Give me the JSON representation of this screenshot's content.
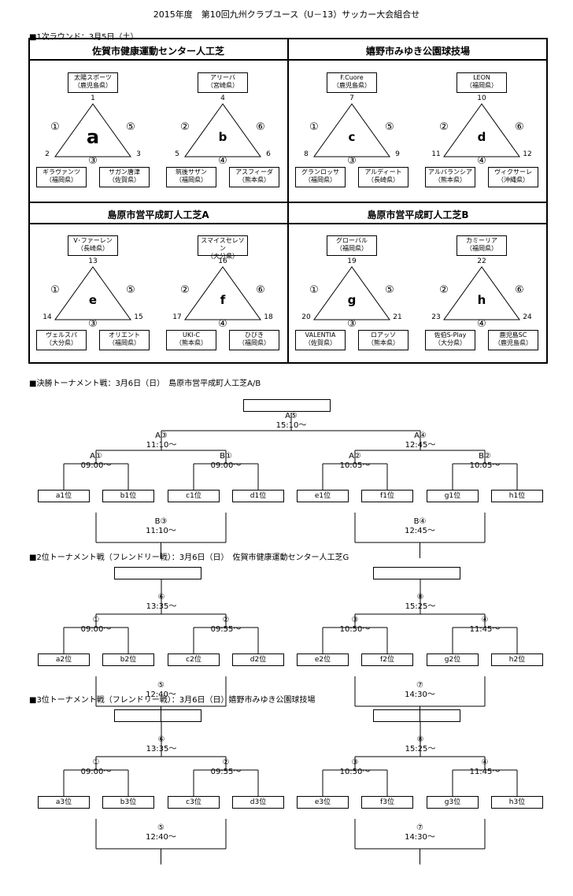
{
  "title": "2015年度　第10回九州クラブユース（U－13）サッカー大会組合せ",
  "round1": {
    "heading": "■1次ラウンド：3月5日（土）",
    "venues": [
      "佐賀市健康運動センター人工芝",
      "嬉野市みゆき公園球技場",
      "島原市営平成町人工芝A",
      "島原市営平成町人工芝B"
    ],
    "groups": [
      {
        "letter": "a",
        "top": {
          "n": "1",
          "t": "太陽スポーツ",
          "p": "（鹿児島県）"
        },
        "left": {
          "n": "2",
          "t": "ギラヴァンツ",
          "p": "（福岡県）"
        },
        "right": {
          "n": "3",
          "t": "サガン唐津",
          "p": "（佐賀県）"
        },
        "l": "①",
        "r": "⑤",
        "b": "③"
      },
      {
        "letter": "b",
        "top": {
          "n": "4",
          "t": "アリーバ",
          "p": "（宮崎県）"
        },
        "left": {
          "n": "5",
          "t": "筑後サザン",
          "p": "（福岡県）"
        },
        "right": {
          "n": "6",
          "t": "アスフィーダ",
          "p": "（熊本県）"
        },
        "l": "②",
        "r": "⑥",
        "b": "④"
      },
      {
        "letter": "c",
        "top": {
          "n": "7",
          "t": "F.Cuore",
          "p": "（鹿児島県）"
        },
        "left": {
          "n": "8",
          "t": "グランロッサ",
          "p": "（福岡県）"
        },
        "right": {
          "n": "9",
          "t": "アルディート",
          "p": "（長崎県）"
        },
        "l": "①",
        "r": "⑤",
        "b": "③"
      },
      {
        "letter": "d",
        "top": {
          "n": "10",
          "t": "LEON",
          "p": "（福岡県）"
        },
        "left": {
          "n": "11",
          "t": "アルバランシア",
          "p": "（熊本県）"
        },
        "right": {
          "n": "12",
          "t": "ヴィクサーレ",
          "p": "（沖縄県）"
        },
        "l": "②",
        "r": "⑥",
        "b": "④"
      },
      {
        "letter": "e",
        "top": {
          "n": "13",
          "t": "V･ファーレン",
          "p": "（長崎県）"
        },
        "left": {
          "n": "14",
          "t": "ヴェルスパ",
          "p": "（大分県）"
        },
        "right": {
          "n": "15",
          "t": "オリエント",
          "p": "（福岡県）"
        },
        "l": "①",
        "r": "⑤",
        "b": "③"
      },
      {
        "letter": "f",
        "top": {
          "n": "16",
          "t": "スマイスセレソン",
          "p": "（大分県）"
        },
        "left": {
          "n": "17",
          "t": "UKI-C",
          "p": "（熊本県）"
        },
        "right": {
          "n": "18",
          "t": "ひびき",
          "p": "（福岡県）"
        },
        "l": "②",
        "r": "⑥",
        "b": "④"
      },
      {
        "letter": "g",
        "top": {
          "n": "19",
          "t": "グローバル",
          "p": "（福岡県）"
        },
        "left": {
          "n": "20",
          "t": "VALENTIA",
          "p": "（佐賀県）"
        },
        "right": {
          "n": "21",
          "t": "ロアッソ",
          "p": "（熊本県）"
        },
        "l": "①",
        "r": "⑤",
        "b": "③"
      },
      {
        "letter": "h",
        "top": {
          "n": "22",
          "t": "カミーリア",
          "p": "（福岡県）"
        },
        "left": {
          "n": "23",
          "t": "佐伯S-Play",
          "p": "（大分県）"
        },
        "right": {
          "n": "24",
          "t": "鹿児島SC",
          "p": "（鹿児島県）"
        },
        "l": "②",
        "r": "⑥",
        "b": "④"
      }
    ]
  },
  "tournaments": [
    {
      "heading": "■決勝トーナメント戦：3月6日（日）　島原市営平成町人工芝A/B",
      "single": true,
      "final": {
        "id": "A⑤",
        "time": "15:10～"
      },
      "semis": [
        {
          "id": "A③",
          "time": "11:10～"
        },
        {
          "id": "A④",
          "time": "12:45～"
        }
      ],
      "qf": [
        {
          "id": "A①",
          "time": "09:00～"
        },
        {
          "id": "B①",
          "time": "09:00～"
        },
        {
          "id": "A②",
          "time": "10:05～"
        },
        {
          "id": "B②",
          "time": "10:05～"
        }
      ],
      "seeds": [
        "a1位",
        "b1位",
        "c1位",
        "d1位",
        "e1位",
        "f1位",
        "g1位",
        "h1位"
      ],
      "third": [
        {
          "id": "B③",
          "time": "11:10～"
        },
        {
          "id": "B④",
          "time": "12:45～"
        }
      ]
    },
    {
      "heading": "■2位トーナメント戦（フレンドリー戦）：3月6日（日）　佐賀市健康運動センター人工芝G",
      "single": false,
      "final": [
        {
          "id": "⑥",
          "time": "13:35～"
        },
        {
          "id": "⑧",
          "time": "15:25～"
        }
      ],
      "qf": [
        {
          "id": "①",
          "time": "09:00～"
        },
        {
          "id": "②",
          "time": "09:55～"
        },
        {
          "id": "③",
          "time": "10:50～"
        },
        {
          "id": "④",
          "time": "11:45～"
        }
      ],
      "seeds": [
        "a2位",
        "b2位",
        "c2位",
        "d2位",
        "e2位",
        "f2位",
        "g2位",
        "h2位"
      ],
      "third": [
        {
          "id": "⑤",
          "time": "12:40～"
        },
        {
          "id": "⑦",
          "time": "14:30～"
        }
      ]
    },
    {
      "heading": "■3位トーナメント戦（フレンドリー戦）：3月6日（日）嬉野市みゆき公園球技場",
      "single": false,
      "final": [
        {
          "id": "⑥",
          "time": "13:35～"
        },
        {
          "id": "⑧",
          "time": "15:25～"
        }
      ],
      "qf": [
        {
          "id": "①",
          "time": "09:00～"
        },
        {
          "id": "②",
          "time": "09:55～"
        },
        {
          "id": "③",
          "time": "10:50～"
        },
        {
          "id": "④",
          "time": "11:45～"
        }
      ],
      "seeds": [
        "a3位",
        "b3位",
        "c3位",
        "d3位",
        "e3位",
        "f3位",
        "g3位",
        "h3位"
      ],
      "third": [
        {
          "id": "⑤",
          "time": "12:40～"
        },
        {
          "id": "⑦",
          "time": "14:30～"
        }
      ]
    }
  ]
}
